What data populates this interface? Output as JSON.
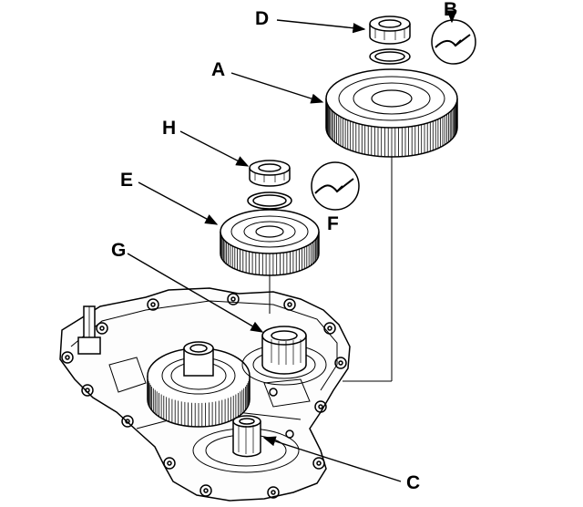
{
  "diagram": {
    "callouts": {
      "a": "A",
      "b": "B",
      "c": "C",
      "d": "D",
      "e": "E",
      "f": "F",
      "g": "G",
      "h": "H"
    },
    "parts": [
      "bearing-d",
      "snap-ring-b",
      "gear-a",
      "bearing-h",
      "snap-ring-f",
      "gear-e",
      "mainshaft-g",
      "countershaft-c",
      "transmission-housing"
    ],
    "line_color": "#000000",
    "background_color": "#ffffff"
  }
}
